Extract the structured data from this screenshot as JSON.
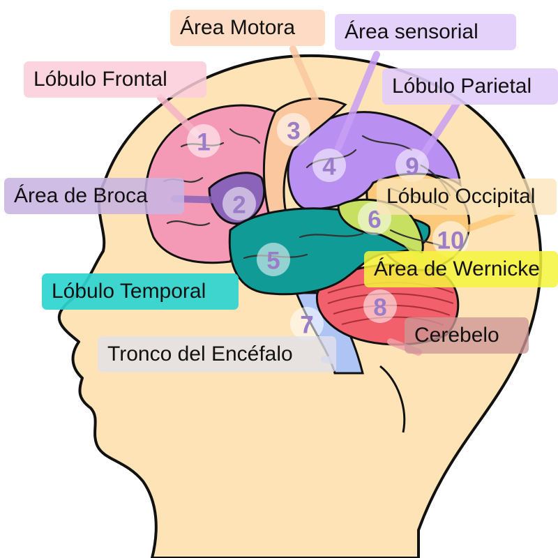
{
  "labels": {
    "frontal": "Lóbulo Frontal",
    "motora": "Área Motora",
    "sensorial": "Área sensorial",
    "parietal": "Lóbulo Parietal",
    "broca": "Área de Broca",
    "occipital": "Lóbulo Occipital",
    "wernicke": "Área de Wernicke",
    "temporal": "Lóbulo Temporal",
    "cerebelo": "Cerebelo",
    "tronco": "Tronco del Encéfalo"
  },
  "markers": {
    "frontal": "1",
    "broca": "2",
    "motora": "3",
    "sensorial": "4",
    "temporal": "5",
    "wernicke": "6",
    "tronco": "7",
    "cerebelo": "8",
    "parietal": "9",
    "occipital": "10"
  },
  "colors": {
    "skin": "#fde3b6",
    "outline": "#111111",
    "frontal": "#f59ab6",
    "broca": "#8b63b9",
    "motora": "#fbc79f",
    "parietal": "#ba8ff2",
    "temporal": "#119b97",
    "wernicke": "#c7e061",
    "occipital": "#fbc979",
    "cerebelo": "#f2606b",
    "tronco": "#aec4f4"
  }
}
